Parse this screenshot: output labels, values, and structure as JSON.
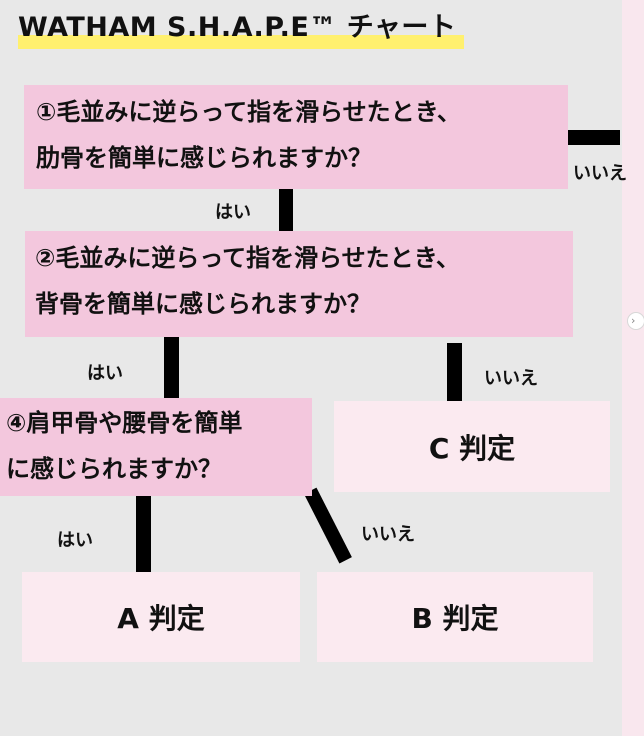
{
  "title": "WATHAM S.H.A.P.E™ チャート",
  "questions": {
    "q1": {
      "line1": "①毛並みに逆らって指を滑らせたとき、",
      "line2": "肋骨を簡単に感じられますか？"
    },
    "q2": {
      "line1": "②毛並みに逆らって指を滑らせたとき、",
      "line2": "背骨を簡単に感じられますか？"
    },
    "q4": {
      "line1": "④肩甲骨や腰骨を簡単",
      "line2": "に感じられますか？"
    }
  },
  "results": {
    "a": "A 判定",
    "b": "B 判定",
    "c": "C 判定"
  },
  "answers": {
    "q1_yes": "はい",
    "q1_no": "いいえ",
    "q2_yes": "はい",
    "q2_no": "いいえ",
    "q4_yes": "はい",
    "q4_no": "いいえ"
  },
  "colors": {
    "background": "#e8e8e8",
    "question_box": "#f3c7dd",
    "result_box": "#fbeaf0",
    "title_highlight": "#fff06e",
    "connector": "#000000"
  }
}
